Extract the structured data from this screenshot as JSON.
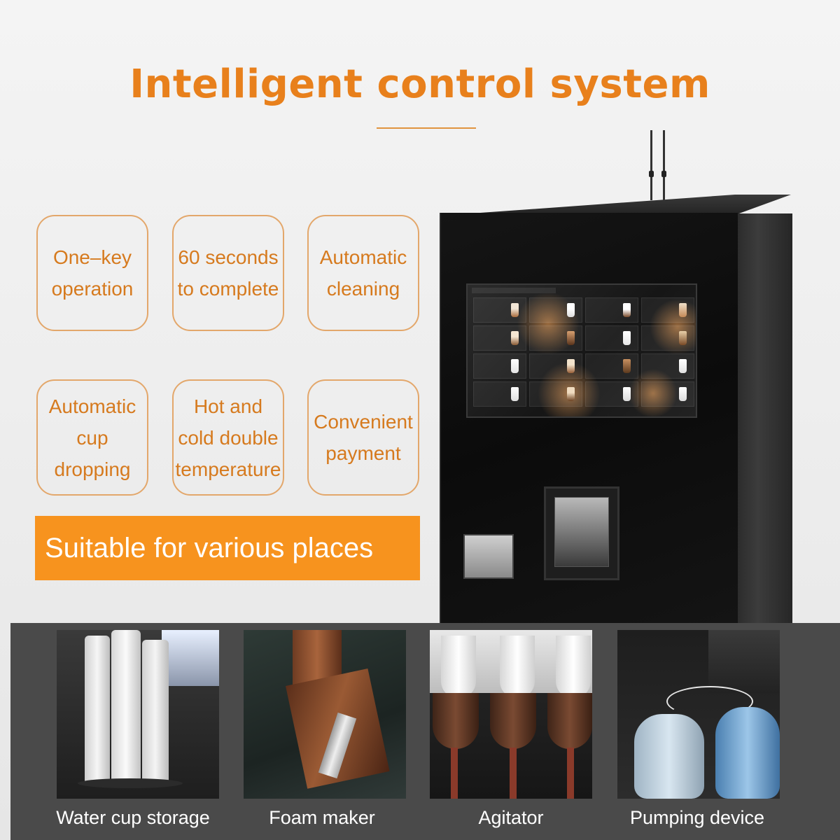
{
  "title": "Intelligent control system",
  "features": [
    {
      "text": "One–key\noperation"
    },
    {
      "text": "60 seconds\nto complete"
    },
    {
      "text": "Automatic\ncleaning"
    },
    {
      "text": "Automatic\ncup dropping"
    },
    {
      "text": "Hot and\ncold double\ntemperature"
    },
    {
      "text": "Convenient\npayment"
    }
  ],
  "banner": "Suitable for various places",
  "components": [
    {
      "label": "Water cup storage"
    },
    {
      "label": "Foam maker"
    },
    {
      "label": "Agitator"
    },
    {
      "label": "Pumping device"
    }
  ],
  "colors": {
    "accent": "#e8801c",
    "banner": "#f7931e",
    "strip": "#4a4a4a"
  }
}
